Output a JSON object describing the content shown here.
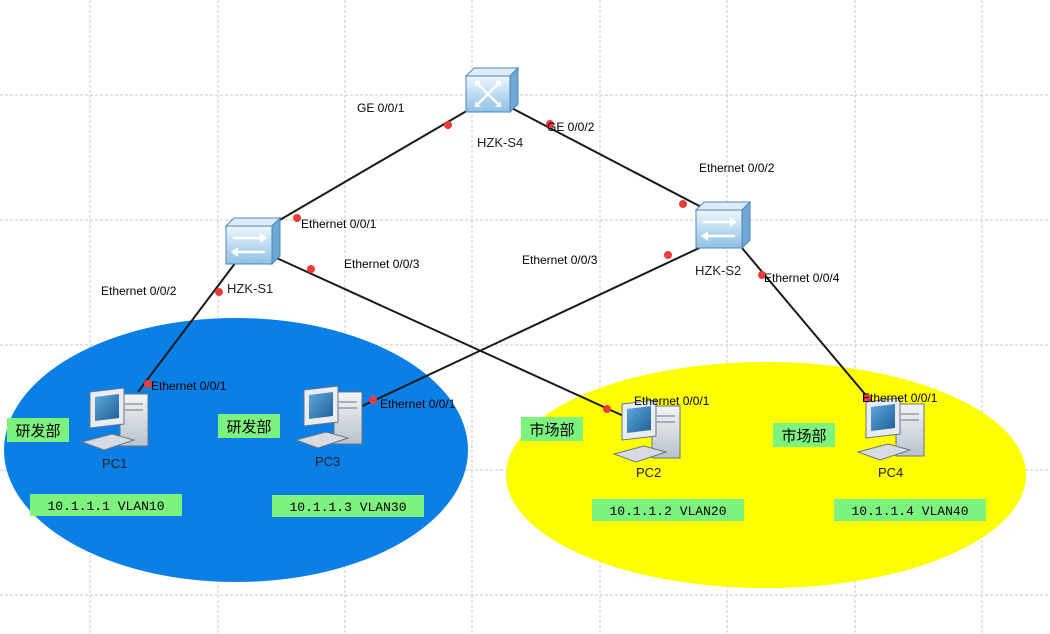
{
  "colors": {
    "grid": "#c9c9c9",
    "zone_blue": "#0a7fe6",
    "zone_yellow": "#ffff00",
    "link": "#1a1a1a",
    "port_dot": "#ee3b3b",
    "label_bg": "#7ef27e",
    "switch_top": "#eef6fd",
    "switch_bottom": "#8fc1e4",
    "switch_edge": "#4f86b4"
  },
  "devices": [
    {
      "id": "s4",
      "label": "HZK-S4",
      "kind": "core-switch",
      "icon": "router-switch-icon"
    },
    {
      "id": "s1",
      "label": "HZK-S1",
      "kind": "switch",
      "icon": "switch-icon"
    },
    {
      "id": "s2",
      "label": "HZK-S2",
      "kind": "switch",
      "icon": "switch-icon"
    },
    {
      "id": "pc1",
      "label": "PC1",
      "kind": "pc",
      "icon": "pc-icon"
    },
    {
      "id": "pc3",
      "label": "PC3",
      "kind": "pc",
      "icon": "pc-icon"
    },
    {
      "id": "pc2",
      "label": "PC2",
      "kind": "pc",
      "icon": "pc-icon"
    },
    {
      "id": "pc4",
      "label": "PC4",
      "kind": "pc",
      "icon": "pc-icon"
    }
  ],
  "links": [
    {
      "from": "s4",
      "to": "s1",
      "from_port": "GE 0/0/1",
      "to_port": "Ethernet 0/0/1"
    },
    {
      "from": "s4",
      "to": "s2",
      "from_port": "GE 0/0/2",
      "to_port": "Ethernet 0/0/2"
    },
    {
      "from": "s1",
      "to": "pc1",
      "from_port": "Ethernet 0/0/2",
      "to_port": "Ethernet 0/0/1"
    },
    {
      "from": "s1",
      "to": "pc2",
      "from_port": "Ethernet 0/0/3",
      "to_port": "Ethernet 0/0/1"
    },
    {
      "from": "s2",
      "to": "pc3",
      "from_port": "Ethernet 0/0/3",
      "to_port": "Ethernet 0/0/1"
    },
    {
      "from": "s2",
      "to": "pc4",
      "from_port": "Ethernet 0/0/4",
      "to_port": "Ethernet 0/0/1"
    }
  ],
  "departments": {
    "pc1": "研发部",
    "pc3": "研发部",
    "pc2": "市场部",
    "pc4": "市场部"
  },
  "addresses": {
    "pc1": "10.1.1.1 VLAN10",
    "pc3": "10.1.1.3 VLAN30",
    "pc2": "10.1.1.2 VLAN20",
    "pc4": "10.1.1.4 VLAN40"
  }
}
